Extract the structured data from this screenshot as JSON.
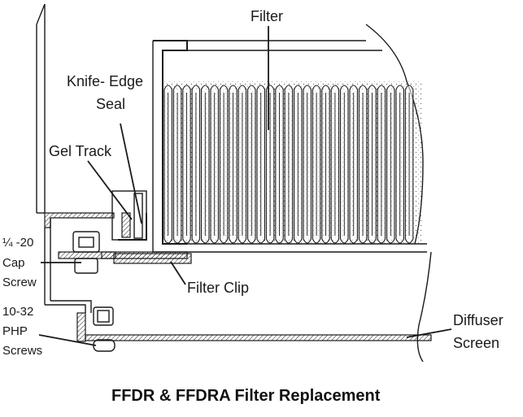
{
  "diagram": {
    "labels": {
      "filter": "Filter",
      "knife_edge_line1": "Knife- Edge",
      "knife_edge_line2": "Seal",
      "gel_track": "Gel Track",
      "cap_screw_line1": "¼ -20",
      "cap_screw_line2": "Cap",
      "cap_screw_line3": "Screw",
      "filter_clip": "Filter Clip",
      "php_line1": "10-32",
      "php_line2": "PHP",
      "php_line3": "Screws",
      "diffuser_line1": "Diffuser",
      "diffuser_line2": "Screen"
    },
    "caption": "FFDR & FFDRA Filter Replacement"
  }
}
